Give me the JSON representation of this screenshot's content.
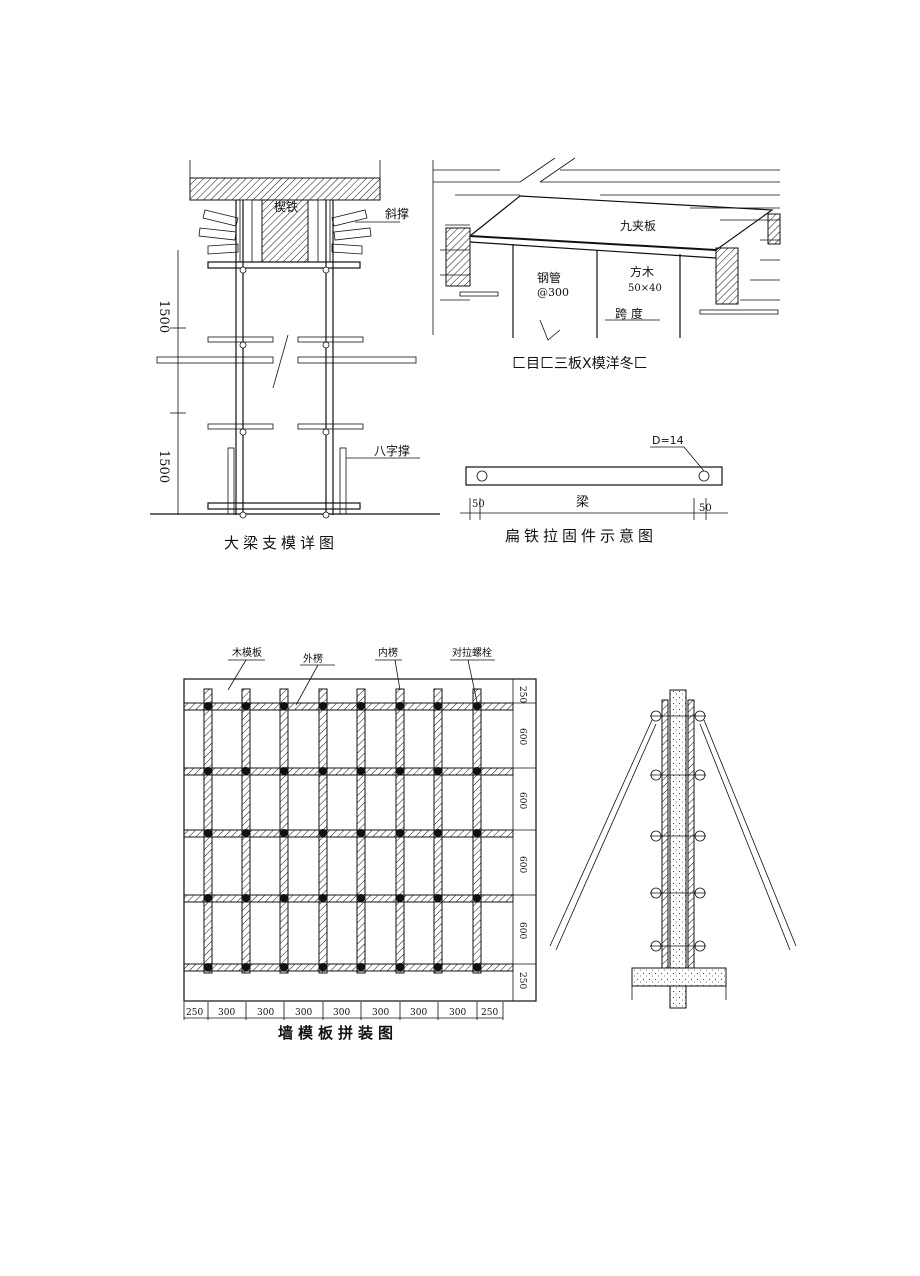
{
  "figures": {
    "beam_detail": {
      "title": "大梁支模详图",
      "labels": {
        "wedge": "楔铁",
        "brace": "斜撑",
        "splay_brace": "八字撑"
      },
      "dims": {
        "upper": "1500",
        "lower": "1500"
      }
    },
    "slab_formwork": {
      "title": "匚目匚三板X模洋冬匚",
      "labels": {
        "plywood": "九夹板",
        "steel_pipe": "钢管",
        "pipe_spacing": "@300",
        "timber": "方木",
        "timber_size": "50×40",
        "span": "跨 度"
      }
    },
    "flat_iron_tie": {
      "title": "扁铁拉固件示意图",
      "labels": {
        "diameter": "D=14",
        "beam": "梁",
        "left_dim": "50",
        "right_dim": "50"
      }
    },
    "wall_formwork": {
      "title": "墙模板拼装图",
      "labels": {
        "wood_form": "木模板",
        "outer_rib": "外楞",
        "inner_rib": "内楞",
        "tie_bolt": "对拉螺栓"
      },
      "right_dims": [
        "250",
        "600",
        "600",
        "600",
        "600",
        "250"
      ],
      "bottom_dims": [
        "250",
        "300",
        "300",
        "300",
        "300",
        "300",
        "300",
        "300",
        "250"
      ]
    }
  }
}
